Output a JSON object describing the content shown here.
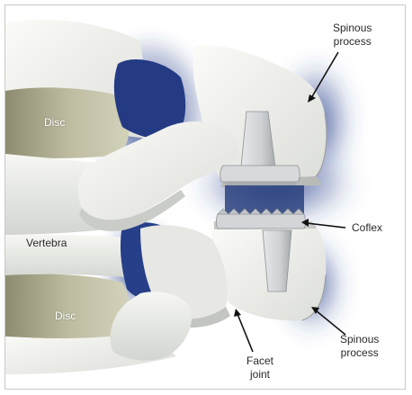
{
  "labels": {
    "disc_upper": "Disc",
    "vertebra": "Vertebra",
    "disc_lower": "Disc",
    "spinous_upper": [
      "Spinous",
      "process"
    ],
    "coflex": "Coflex",
    "spinous_lower": [
      "Spinous",
      "process"
    ],
    "facet": [
      "Facet",
      "joint"
    ]
  },
  "colors": {
    "bone": "#f1f2ee",
    "bone_shadow": "#c9ccc8",
    "disc": "#b9b79a",
    "deep_blue": "#2a3f86",
    "implant": "#d4d6d8",
    "implant_edge": "#8c9094"
  }
}
